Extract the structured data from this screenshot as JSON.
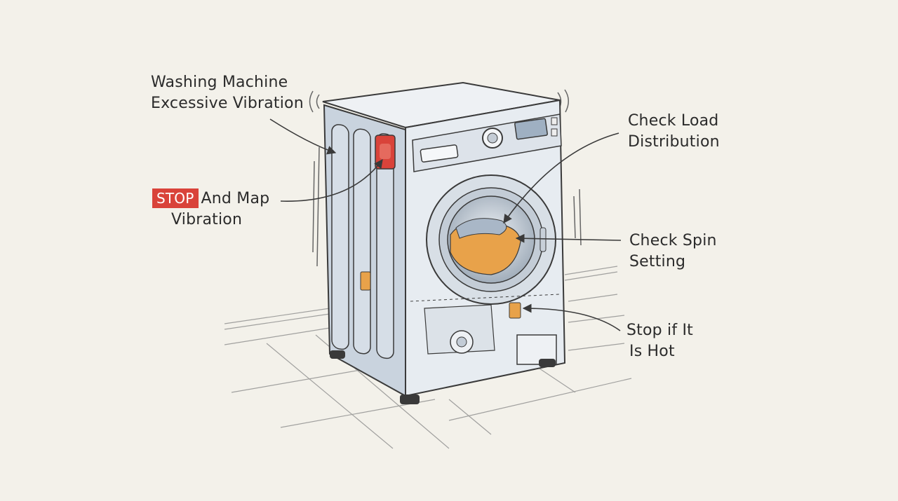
{
  "labels": {
    "title_line1": "Washing Machine",
    "title_line2": "Excessive Vibration",
    "stop_badge": "STOP",
    "stop_rest_line1": "And Map",
    "stop_rest_line2": "Vibration",
    "load_line1": "Check Load",
    "load_line2": "Distribution",
    "spin_line1": "Check Spin",
    "spin_line2": "Setting",
    "hot_line1": "Stop if It",
    "hot_line2": "Is Hot"
  },
  "colors": {
    "background": "#f3f1ea",
    "stop_red": "#d9433a",
    "accent_orange": "#e8a24a",
    "machine_side": "#c9d3de",
    "machine_front": "#e7ecf1",
    "ink": "#3a3a3a"
  }
}
